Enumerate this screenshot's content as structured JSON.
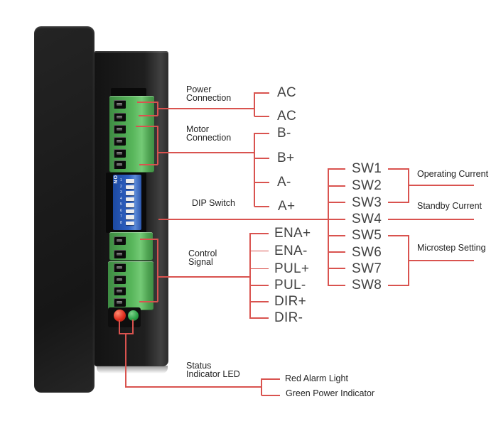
{
  "device": {
    "dip_on_label": "ON",
    "dip_numbers": [
      "1",
      "2",
      "3",
      "4",
      "5",
      "6",
      "7",
      "8"
    ]
  },
  "pins": {
    "power": [
      "AC",
      "AC"
    ],
    "motor": [
      "B-",
      "B+",
      "A-",
      "A+"
    ],
    "control": [
      "ENA+",
      "ENA-",
      "PUL+",
      "PUL-",
      "DIR+",
      "DIR-"
    ],
    "dip": [
      "SW1",
      "SW2",
      "SW3",
      "SW4",
      "SW5",
      "SW6",
      "SW7",
      "SW8"
    ]
  },
  "annotations": {
    "power_1": "Power",
    "power_2": "Connection",
    "motor_1": "Motor",
    "motor_2": "Connection",
    "dip": "DIP Switch",
    "control_1": "Control",
    "control_2": "Signal",
    "status_1": "Status",
    "status_2": "Indicator LED",
    "operating_current": "Operating Current",
    "standby_current": "Standby Current",
    "microstep_setting": "Microstep Setting",
    "red_alarm": "Red Alarm Light",
    "green_power": "Green Power Indicator"
  },
  "colors": {
    "annotation_line": "#d9534f",
    "terminal_green": "#55b257",
    "dip_blue": "#2d5fc0",
    "led_red": "#e03020",
    "led_green": "#2fa64a",
    "device_black": "#1d1d1d"
  }
}
